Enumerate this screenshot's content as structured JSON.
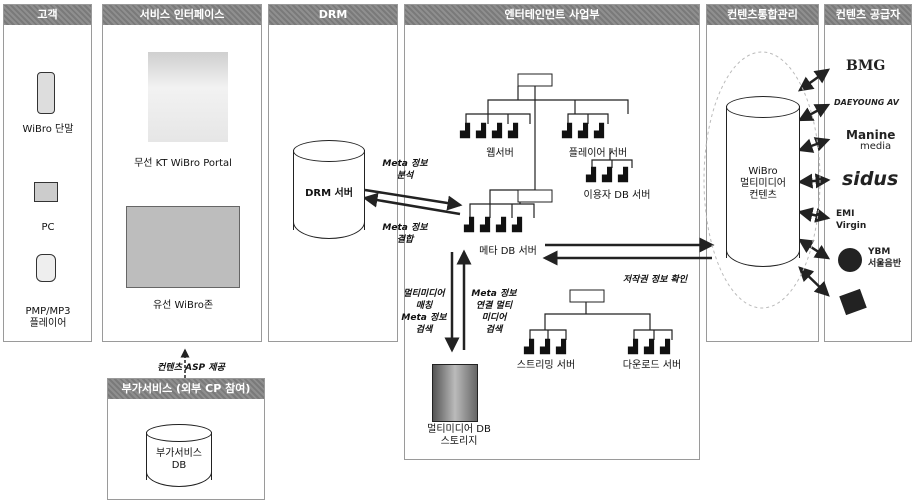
{
  "lanes": {
    "customer": "고객",
    "service_interface": "서비스 인터페이스",
    "drm": "DRM",
    "entertainment": "엔터테인먼트 사업부",
    "content_mgmt": "컨텐츠통합관리",
    "content_owner": "컨텐츠 공급자",
    "addon": "부가서비스 (외부 CP 참여)"
  },
  "customer": {
    "wibro": "WiBro 단말",
    "pc": "PC",
    "pmp_line1": "PMP/MP3",
    "pmp_line2": "플레이어"
  },
  "service": {
    "wireless": "무선 KT WiBro Portal",
    "wired": "유선 WiBro존"
  },
  "drm": {
    "server": "DRM 서버"
  },
  "arrows": {
    "meta_analysis_1": "Meta 정보",
    "meta_analysis_2": "분석",
    "meta_combine_1": "Meta 정보",
    "meta_combine_2": "결합",
    "copyright": "저작권 정보 확인",
    "asp": "컨텐츠 ASP 제공",
    "mm_match_1": "멀티미디어",
    "mm_match_2": "매칭",
    "mm_match_3": "Meta 정보",
    "mm_match_4": "검색",
    "meta_link_1": "Meta 정보",
    "meta_link_2": "연결 멀티",
    "meta_link_3": "미디어",
    "meta_link_4": "검색"
  },
  "servers": {
    "web": "웹서버",
    "player": "플레이어 서버",
    "user_db": "이용자 DB 서버",
    "meta_db": "메타 DB 서버",
    "streaming": "스트리밍 서버",
    "download": "다운로드 서버",
    "storage_1": "멀티미디어 DB",
    "storage_2": "스토리지"
  },
  "content_center": {
    "line1": "WiBro",
    "line2": "멀티미디어",
    "line3": "컨텐츠"
  },
  "addon_db": {
    "line1": "부가서비스",
    "line2": "DB"
  },
  "providers": [
    "BMG",
    "DAEYOUNG AV",
    "Manine",
    "media",
    "sidus",
    "EMI",
    "Virgin",
    "YBM",
    "서울음반"
  ],
  "colors": {
    "header": "#8a8a8a",
    "line": "#222222",
    "lane_border": "#9a9a9a"
  }
}
